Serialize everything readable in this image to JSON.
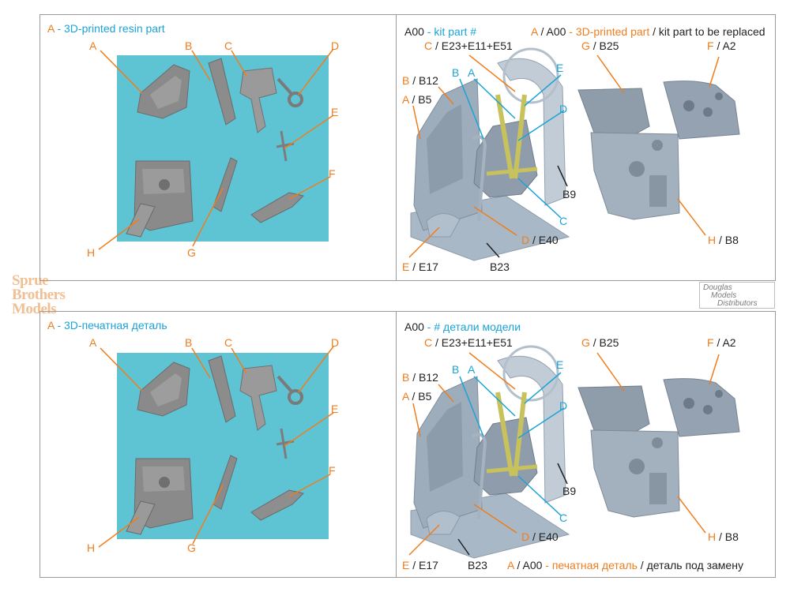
{
  "top": {
    "resin_caption": {
      "letter": "A",
      "text": " - 3D-printed resin part"
    },
    "kit_caption": {
      "code": "A00",
      "text": " - kit part #"
    },
    "legend": {
      "letter": "A",
      "sep": " / ",
      "code": "A00",
      "mid": " - 3D-printed part",
      "tail": " / kit part to be replaced"
    }
  },
  "bottom": {
    "resin_caption": {
      "letter": "A",
      "text": " - 3D-печатная деталь"
    },
    "kit_caption": {
      "code": "A00",
      "text": " - # детали модели"
    },
    "legend": {
      "letter": "A",
      "sep": " / ",
      "code": "A00",
      "mid": " - печатная деталь",
      "tail": " / деталь под замену"
    }
  },
  "resin_letters": [
    "A",
    "B",
    "C",
    "D",
    "E",
    "F",
    "G",
    "H"
  ],
  "cockpit_labels": {
    "c_e": {
      "letter": "C",
      "code": " / E23+E11+E51"
    },
    "b_b12": {
      "letter": "B",
      "code": " / B12"
    },
    "a_b5": {
      "letter": "A",
      "code": " / B5"
    },
    "g_b25": {
      "letter": "G",
      "code": " / B25"
    },
    "f_a2": {
      "letter": "F",
      "code": " / A2"
    },
    "h_b8": {
      "letter": "H",
      "code": " / B8"
    },
    "d_e40": {
      "letter": "D",
      "code": " / E40"
    },
    "e_e17": {
      "letter": "E",
      "code": " / E17"
    },
    "b9": "B9",
    "b23": "B23",
    "belt_b": "B",
    "belt_a": "A",
    "belt_e": "E",
    "belt_d": "D",
    "belt_c": "C"
  },
  "watermarks": {
    "sprue": [
      "Sprue",
      "Brothers",
      "Models"
    ],
    "dmd": [
      "Douglas",
      "Models",
      "Distributors"
    ]
  },
  "colors": {
    "orange": "#f07d1c",
    "blue": "#1aa3d6",
    "teal_background": "#5ec4d4",
    "part_gray": "#8e8e8e",
    "kit_plastic": "#a9b8c6"
  }
}
